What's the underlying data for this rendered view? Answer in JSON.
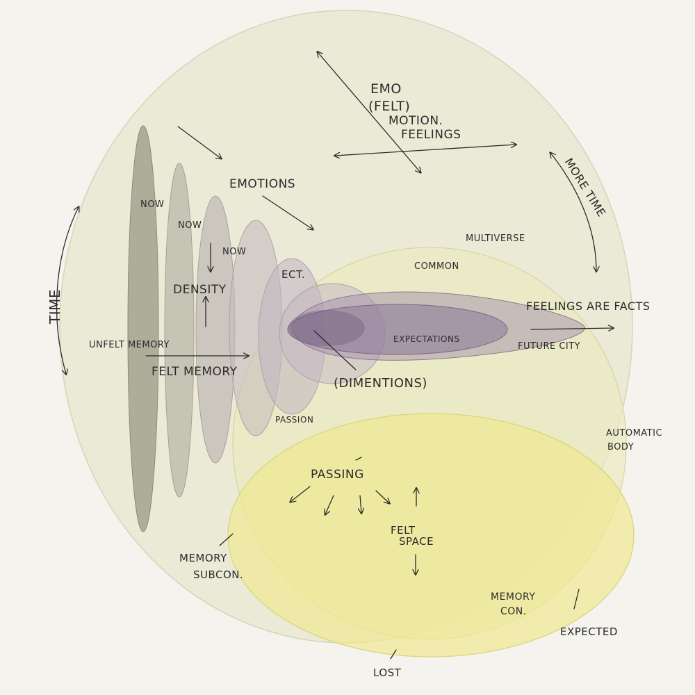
{
  "labels": {
    "emo": "EMO",
    "felt_paren": "(FELT)",
    "motion": "MOTION.",
    "feelings": "FEELINGS",
    "more_time": "MORE TIME",
    "emotions": "EMOTIONS",
    "now1": "NOW",
    "now2": "NOW",
    "now3": "NOW",
    "multiverse": "MULTIVERSE",
    "common": "COMMON",
    "ect": "ECT.",
    "density": "DENSITY",
    "time": "TIME",
    "feelings_are_facts": "FEELINGS ARE FACTS",
    "unfelt_memory": "UNFELT MEMORY",
    "expectations": "EXPECTATIONS",
    "future_city": "FUTURE CITY",
    "felt_memory": "FELT MEMORY",
    "dimentions": "(DIMENTIONS)",
    "passion": "PASSION",
    "automatic": "AUTOMATIC",
    "body": "BODY",
    "passing": "PASSING",
    "felt": "FELT",
    "space": "SPACE",
    "memory_subcon_1": "MEMORY",
    "memory_subcon_2": "SUBCON.",
    "memory_con_1": "MEMORY",
    "memory_con_2": "CON.",
    "expected": "EXPECTED",
    "lost": "LOST"
  },
  "colors": {
    "paper": "#f4f3ee",
    "outer_sphere": "#e9e8d2",
    "common_sphere": "#ecebc0",
    "yellow_sphere": "#efe89a",
    "slice_dark": "#9d9c8a",
    "slice_mid": "#b6b2ad",
    "purple_light": "#c7bdcb",
    "purple_dark": "#8d7897",
    "ink": "#2a2a2a"
  }
}
